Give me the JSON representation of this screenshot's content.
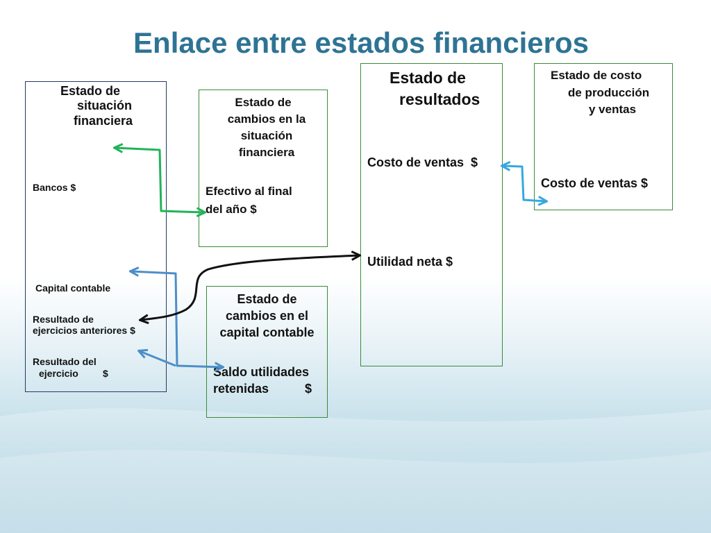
{
  "title": "Enlace entre estados financieros",
  "colors": {
    "title": "#2e7394",
    "green_arrow": "#21b35a",
    "blue_arrow": "#4c8ec9",
    "cyan_arrow": "#35a8e0",
    "black_arrow": "#111111"
  },
  "situacion": {
    "heading": [
      "Estado de",
      "situación",
      "financiera"
    ],
    "bancos": "Bancos $",
    "capital": "Capital contable",
    "anteriores": [
      "Resultado de",
      "ejercicios anteriores $"
    ],
    "del_ejercicio": [
      "Resultado del",
      "ejercicio",
      "$"
    ]
  },
  "cambios_situacion": {
    "heading": [
      "Estado de",
      "cambios en la",
      "situación",
      "financiera"
    ],
    "efectivo": [
      "Efectivo al final",
      "del año $"
    ]
  },
  "cambios_capital": {
    "heading": [
      "Estado de",
      "cambios en el",
      "capital contable"
    ],
    "saldo": [
      "Saldo utilidades",
      "retenidas",
      "$"
    ]
  },
  "resultados": {
    "heading": [
      "Estado de",
      "resultados"
    ],
    "costo": "Costo de ventas  $",
    "utilidad": "Utilidad neta $"
  },
  "costo_produccion": {
    "heading": [
      "Estado de costo",
      "de producción",
      "y ventas"
    ],
    "costo": "Costo de ventas $"
  }
}
